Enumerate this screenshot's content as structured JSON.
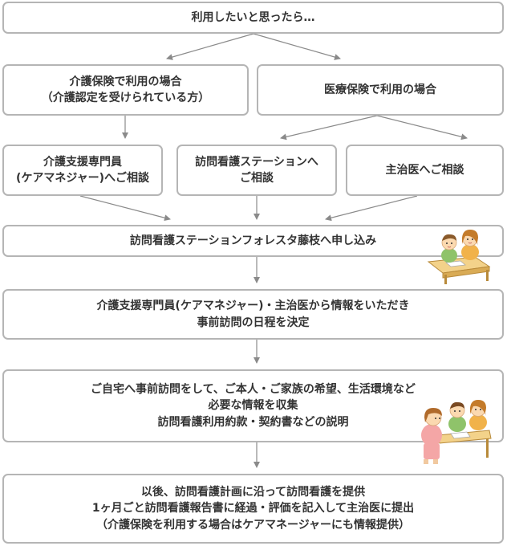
{
  "flow": {
    "start": "利用したいと思ったら…",
    "kaigo_case": {
      "line1": "介護保険で利用の場合",
      "line2": "（介護認定を受けられている方）"
    },
    "iryo_case": "医療保険で利用の場合",
    "care_manager": {
      "line1": "介護支援専門員",
      "line2": "(ケアマネジャー)へご相談"
    },
    "station": {
      "line1": "訪問看護ステーションへ",
      "line2": "ご相談"
    },
    "doctor": "主治医へご相談",
    "apply": "訪問看護ステーションフォレスタ藤枝へ申し込み",
    "info": {
      "line1": "介護支援専門員(ケアマネジャー)・主治医から情報をいただき",
      "line2": "事前訪問の日程を決定"
    },
    "visit": {
      "line1": "ご自宅へ事前訪問をして、ご本人・ご家族の希望、生活環境など",
      "line2": "必要な情報を収集",
      "line3": "訪問看護利用約款・契約書などの説明"
    },
    "service": {
      "line1": "以後、訪問看護計画に沿って訪問看護を提供",
      "line2": "1ヶ月ごと訪問看護報告書に経過・評価を記入して主治医に提出",
      "line3": "（介護保険を利用する場合はケアマネージャーにも情報提供）"
    }
  },
  "colors": {
    "border": "#b5b5b5",
    "arrow": "#8a8a8a",
    "text": "#333333"
  }
}
